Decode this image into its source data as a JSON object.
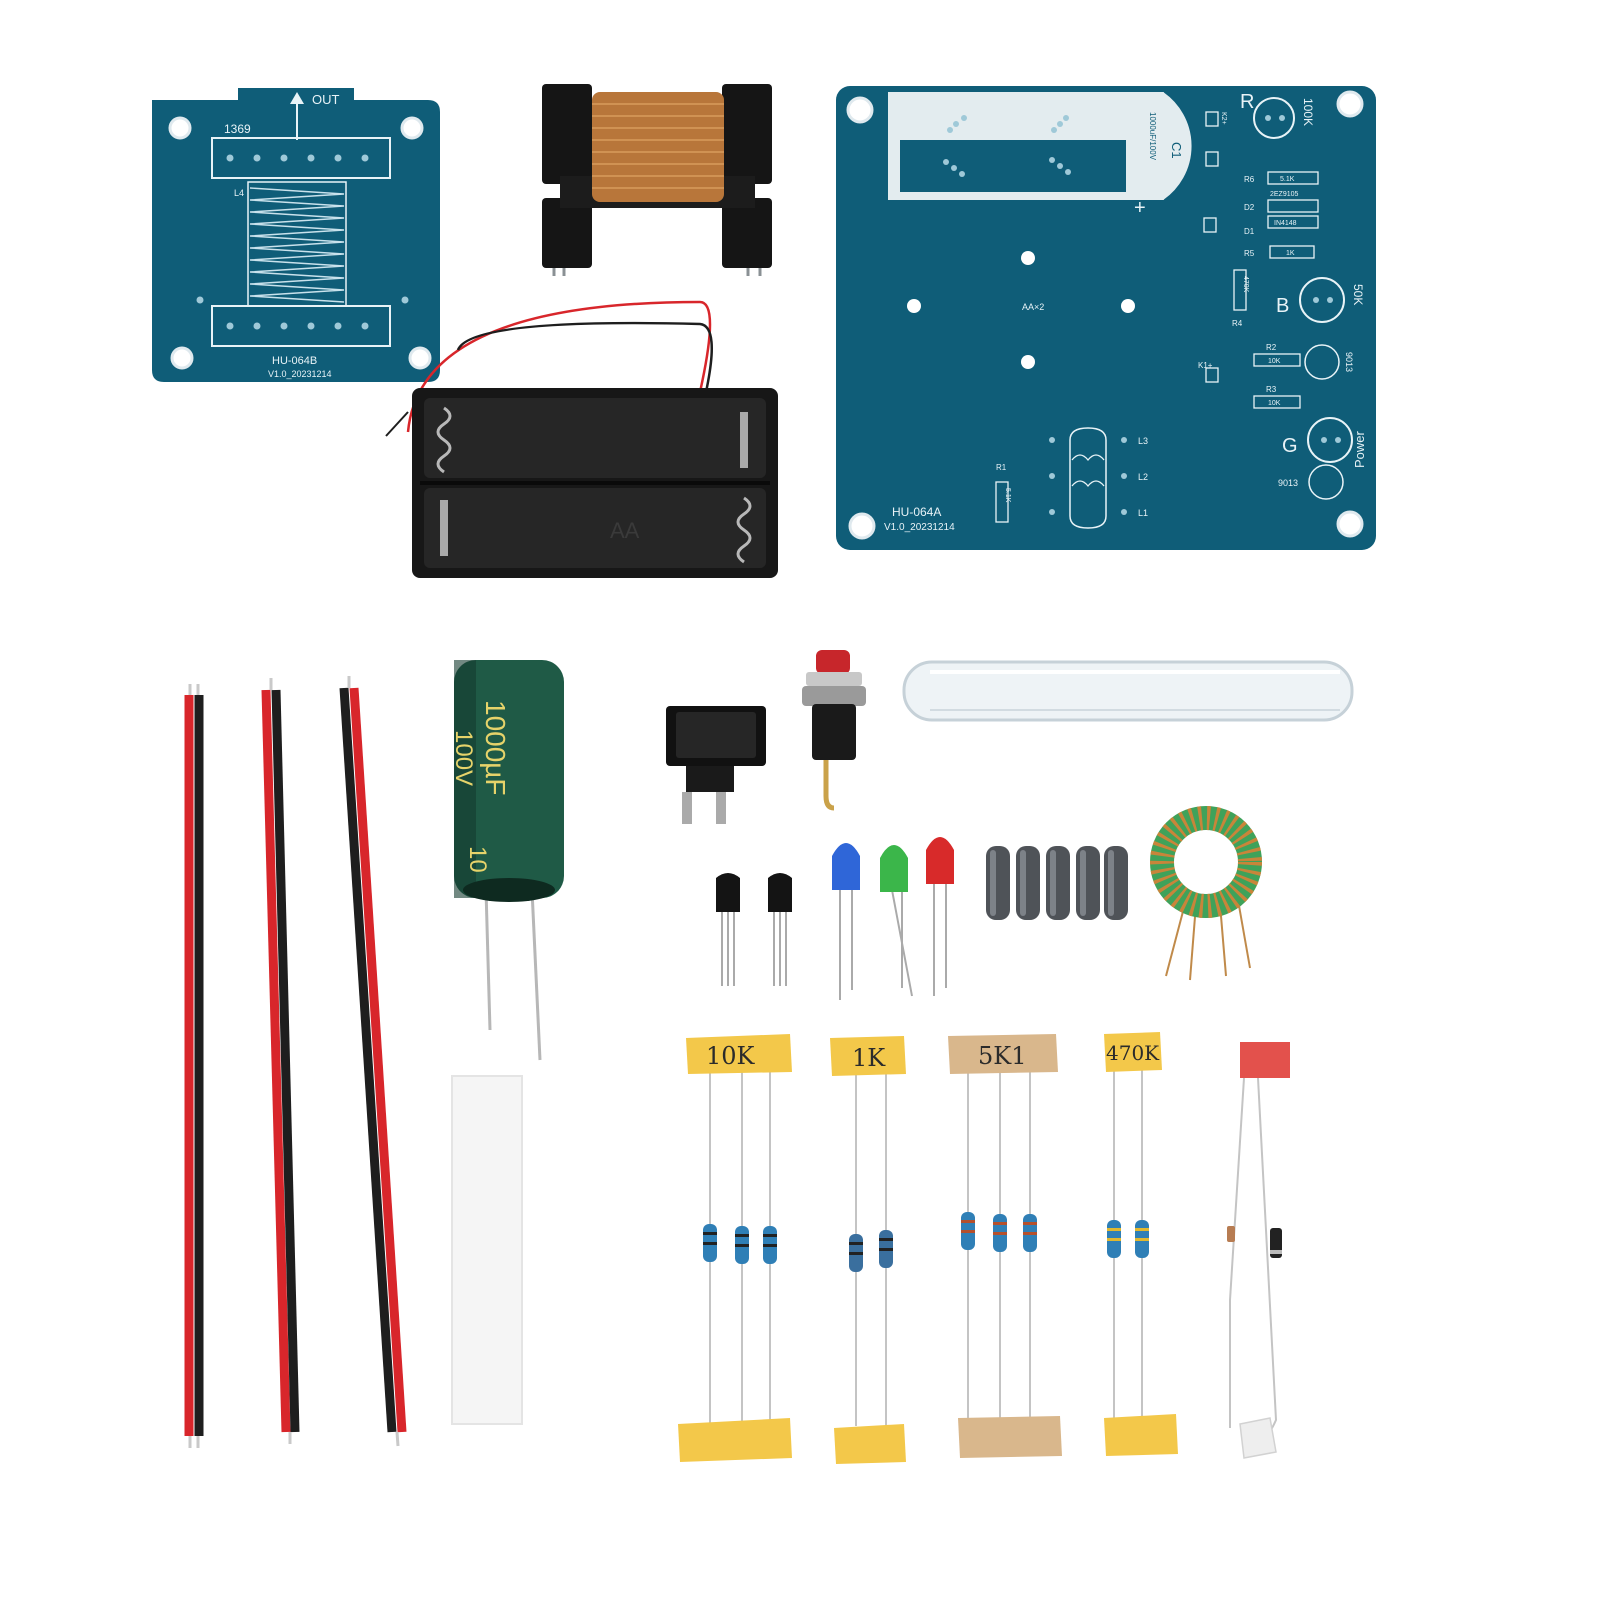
{
  "colors": {
    "pcb": "#0f5d78",
    "pcb_dark": "#0b4a61",
    "silkscreen": "#e8f3f7",
    "copper": "#b8763a",
    "tape_yellow": "#f3c84a",
    "tape_tan": "#d9b78c",
    "wire_red": "#d8262b",
    "wire_black": "#1e1e1e",
    "cap_green": "#1f5a46"
  },
  "board_b": {
    "label_1369": "1369",
    "label_out": "OUT",
    "label_l4": "L4",
    "name": "HU-064B",
    "version": "V1.0_20231214"
  },
  "board_a": {
    "name": "HU-064A",
    "version": "V1.0_20231214",
    "cap_ref": "C1",
    "cap_value": "1000uF/100V",
    "center_label": "AA×2",
    "led_r": "R",
    "led_b": "B",
    "led_g": "G",
    "res_100k": "100K",
    "res_50k": "50K",
    "power": "Power",
    "transistor_1": "9013",
    "transistor_2": "9013",
    "ref_r6": "R6",
    "ref_d2": "D2",
    "ref_d1": "D1",
    "ref_r5": "R5",
    "ref_r4": "R4",
    "ref_r2": "R2",
    "ref_r3": "R3",
    "ref_r1": "R1",
    "ref_l1": "L1",
    "ref_l2": "L2",
    "ref_l3": "L3",
    "ref_k1": "K1+",
    "ref_k2": "K2+",
    "val_r6": "5.1K",
    "val_d2": "2EZ9105",
    "val_d1": "IN4148",
    "val_r5": "1K",
    "val_r4": "470K",
    "val_r2": "10K",
    "val_r3": "10K",
    "val_r1": "5.1K"
  },
  "capacitor": {
    "value": "1000µF",
    "voltage": "100V",
    "brand": "10"
  },
  "tapes": {
    "t1": "10K",
    "t2": "1K",
    "t3": "5K1",
    "t4": "470K"
  },
  "battery_holder": {
    "label": "AA"
  }
}
